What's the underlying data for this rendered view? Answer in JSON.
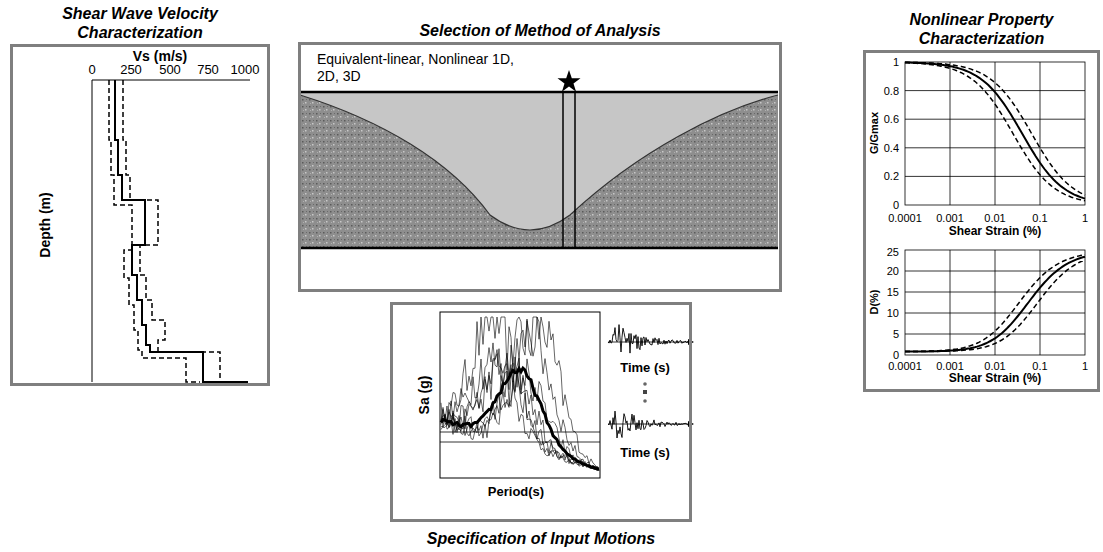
{
  "diagram": {
    "nodes": [
      {
        "text": [
          "Shear Wave Velocity Characterization"
        ]
      },
      {
        "text": [
          "Selection of Method of Analysis",
          "Equivalent-linear, Nonlinear 1D, 2D, 3D"
        ]
      },
      {
        "text": [
          "Nonlinear Property Characterization"
        ]
      },
      {
        "text": [
          "Specification of Input Motions"
        ]
      }
    ],
    "labels": [
      "Vs (m/s)",
      "0",
      "250",
      "500",
      "750",
      "1000",
      "Depth (m)",
      "Sa (g)",
      "Period(s)",
      "Time (s)",
      "Time (s)",
      "1",
      "0.8",
      "0.6",
      "0.4",
      "0.2",
      "0",
      "0.0001",
      "0.001",
      "0.01",
      "0.1",
      "1",
      "Shear Strain (%)",
      "G/Gmax",
      "25",
      "20",
      "15",
      "10",
      "5",
      "0",
      "0.0001",
      "0.001",
      "0.01",
      "0.1",
      "1",
      "Shear Strain (%)",
      "D(%)"
    ]
  }
}
